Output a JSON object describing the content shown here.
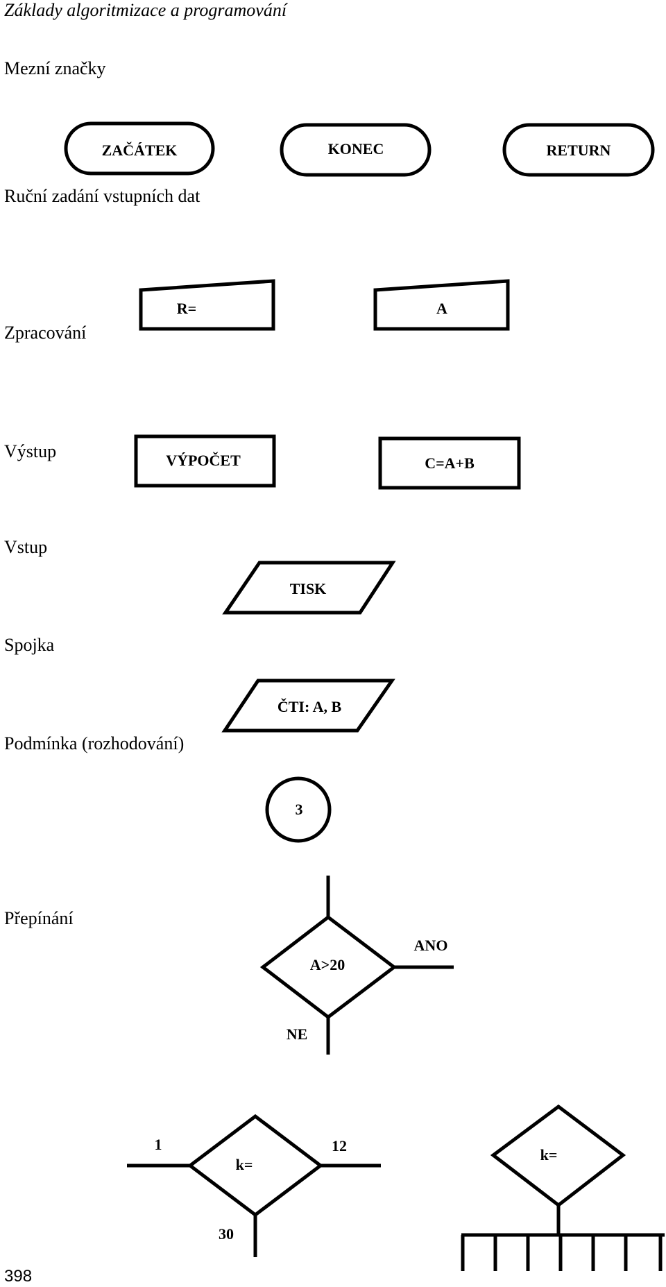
{
  "header": {
    "title": "Základy algoritmizace a programování"
  },
  "sections": {
    "terminal": "Mezní značky",
    "manual_input": "Ruční zadání vstupních dat",
    "processing": "Zpracování",
    "output": "Výstup",
    "input": "Vstup",
    "connector": "Spojka",
    "decision": "Podmínka (rozhodování)",
    "switch": "Přepínání"
  },
  "shapes": {
    "start": "ZAČÁTEK",
    "end": "KONEC",
    "return": "RETURN",
    "manual_input_1": "R=",
    "manual_input_2": "A",
    "process_1": "VÝPOČET",
    "process_2": "C=A+B",
    "print": "TISK",
    "read": "ČTI: A, B",
    "connector": "3",
    "condition": "A>20",
    "yes": "ANO",
    "no": "NE",
    "switch_1_label": "k=",
    "switch_1_left": "1",
    "switch_1_right": "12",
    "switch_1_bottom": "30",
    "switch_2_label": "k="
  },
  "footer": {
    "page_number": "398"
  }
}
